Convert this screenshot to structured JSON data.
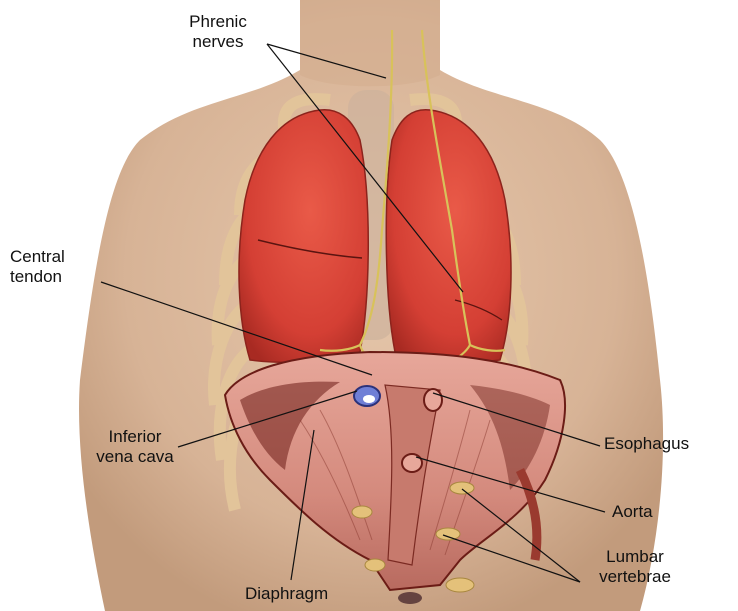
{
  "labels": {
    "phrenic_nerves": [
      "Phrenic",
      "nerves"
    ],
    "central_tendon": [
      "Central",
      "tendon"
    ],
    "inferior_vena_cava": [
      "Inferior",
      "vena cava"
    ],
    "esophagus": [
      "Esophagus"
    ],
    "aorta": [
      "Aorta"
    ],
    "lumbar_vertebrae": [
      "Lumbar",
      "vertebrae"
    ],
    "diaphragm": [
      "Diaphragm"
    ]
  },
  "colors": {
    "skin": "#d9b79a",
    "skin_shadow": "#c39a7c",
    "lung": "#d8453a",
    "lung_dark": "#a92a22",
    "rib": "#e2c49a",
    "rib_edge": "#9c7b55",
    "nerve": "#d8c25a",
    "diaphragm": "#d8958a",
    "diaphragm_dark": "#6b1c16",
    "vertebra": "#e4c17a",
    "vena_cava": "#6f7fd6",
    "leader": "#111111"
  }
}
